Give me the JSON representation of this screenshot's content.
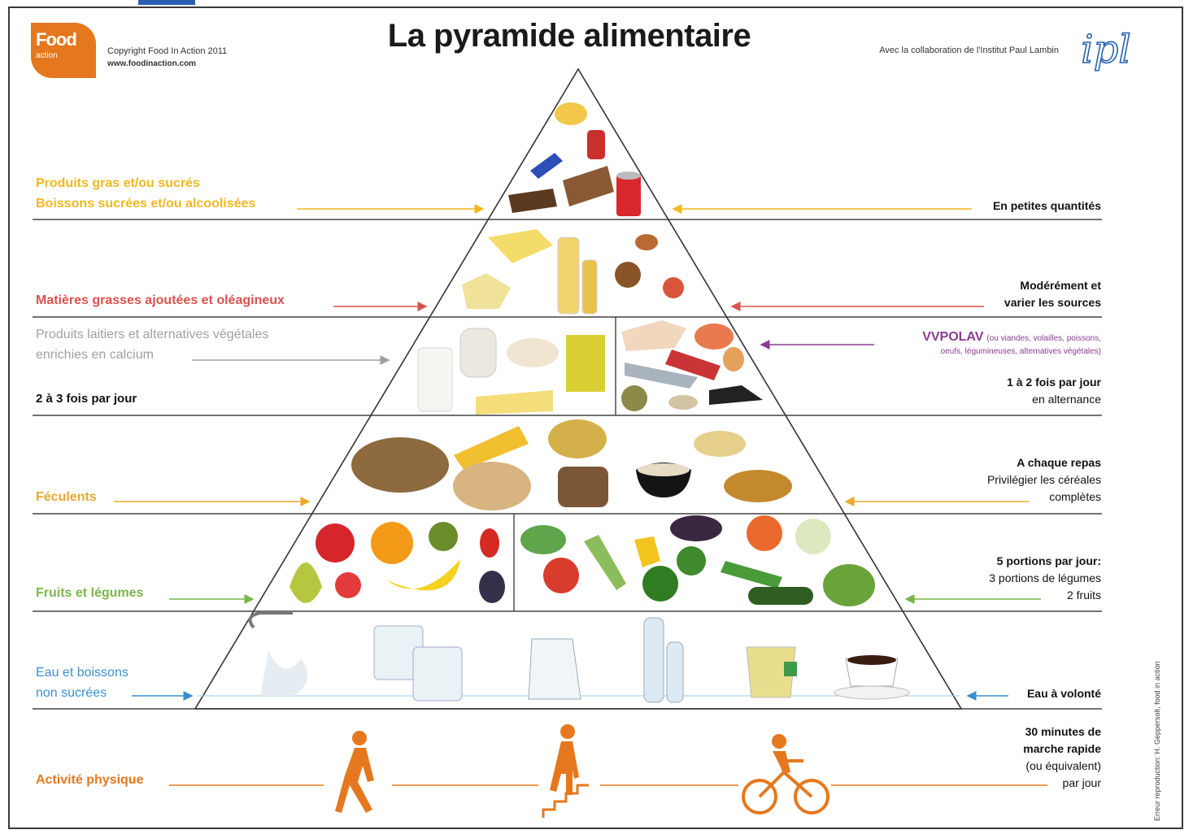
{
  "header": {
    "title": "La pyramide alimentaire",
    "logo_line1": "Food",
    "logo_line2": "action",
    "copyright": "Copyright Food In Action 2011",
    "website": "www.foodinaction.com",
    "collaboration": "Avec la collaboration de l'Institut Paul Lambin",
    "partner_logo": "ipl"
  },
  "levels": [
    {
      "left_label_lines": [
        "Produits gras et/ou sucrés",
        "Boissons sucrées et/ou alcoolisées"
      ],
      "right_label_lines": [
        "En petites quantités"
      ],
      "color": "#f0b81f"
    },
    {
      "left_label_lines": [
        "Matières grasses ajoutées et oléagineux"
      ],
      "right_label_lines": [
        "Modérément et",
        "varier les sources"
      ],
      "color": "#d8534f"
    },
    {
      "left_label_lines": [
        "Produits laitiers et alternatives végétales",
        "enrichies en calcium"
      ],
      "left_frequency": "2 à 3 fois par jour",
      "right_title": "VVPOLAV",
      "right_title_note_lines": [
        "(ou viandes, volailles, poissons,",
        "oeufs, légumineuses, alternatives végétales)"
      ],
      "right_label_lines": [
        "1 à 2 fois par jour",
        "en alternance"
      ],
      "left_color": "#a0a0a0",
      "right_color": "#8a3d8f"
    },
    {
      "left_label_lines": [
        "Féculents"
      ],
      "right_label_lines": [
        "A chaque repas",
        "Privilégier les céréales",
        "complètes"
      ],
      "color": "#e6a92e"
    },
    {
      "left_label_lines": [
        "Fruits et légumes"
      ],
      "right_label_lines": [
        "5 portions par jour:",
        "3 portions de légumes",
        "2 fruits"
      ],
      "color": "#7ab648"
    },
    {
      "left_label_lines": [
        "Eau et boissons",
        "non sucrées"
      ],
      "right_label_lines": [
        "Eau à volonté"
      ],
      "color": "#3b8fd0"
    },
    {
      "left_label_lines": [
        "Activité physique"
      ],
      "right_label_lines": [
        "30 minutes de",
        "marche rapide",
        "(ou équivalent)",
        "par jour"
      ],
      "color": "#e5781e"
    }
  ],
  "side_note": "Erreur reproduction: H. Geppersolt, food in action",
  "icons": {
    "walking": "walking-person-icon",
    "stairs": "stairs-climber-icon",
    "cycling": "cyclist-icon"
  },
  "colors": {
    "activity": "#e5781e",
    "water": "#3b8fd0",
    "frame": "#3a3a3a"
  }
}
